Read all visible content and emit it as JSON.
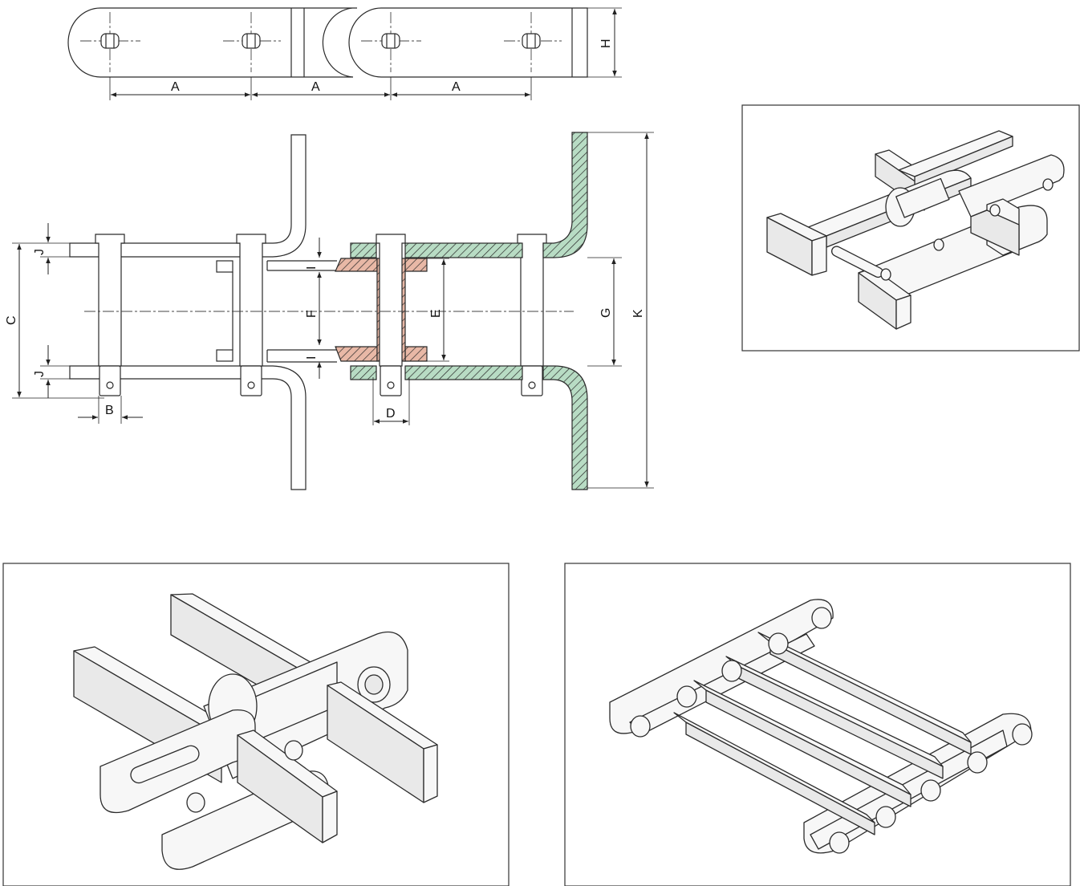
{
  "labels": {
    "pitch": "A",
    "link_height": "H",
    "pin_width": "B",
    "inner_width": "C",
    "bush_width": "D",
    "inner_plate_gap": "E",
    "roller_gap": "F",
    "attachment_gap": "G",
    "attachment_height": "K",
    "plate_thickness": "J",
    "roller_thickness": "I"
  },
  "colors": {
    "outer_hatch": "#b8dcc4",
    "inner_hatch": "#e8b8a6"
  }
}
